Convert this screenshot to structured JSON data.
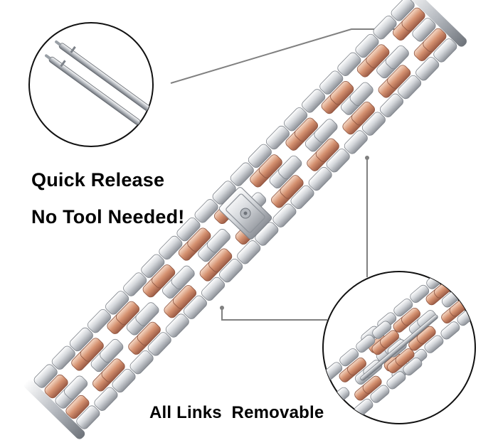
{
  "captions": {
    "quick_release": "Quick Release",
    "no_tool": "No Tool Needed!",
    "all_links": "All Links  Removable"
  },
  "colors": {
    "silver_light": "#f2f3f5",
    "silver_mid": "#c9ccd1",
    "silver_dark": "#8e939a",
    "rose_light": "#f1cdb4",
    "rose_mid": "#d8967a",
    "rose_dark": "#a9654e",
    "callout": "#808080"
  },
  "icons": {
    "spring_bar": "spring-bar-icon",
    "clasp": "butterfly-clasp-icon"
  }
}
